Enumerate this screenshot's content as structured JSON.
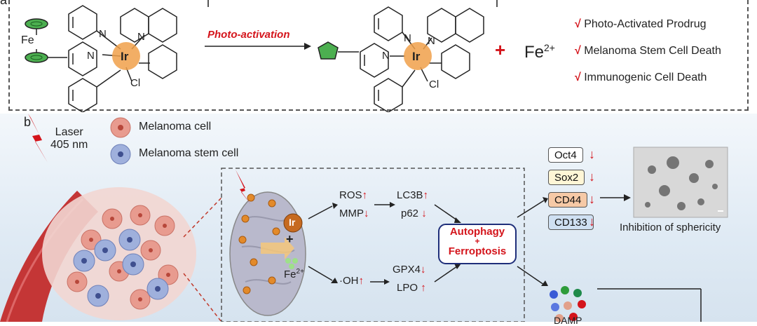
{
  "panel_a": {
    "label": "a",
    "fe_label": "Fe",
    "ir_label": "Ir",
    "ir_label_product": "Ir",
    "cl_label": "Cl",
    "cl_label_product": "Cl",
    "n_label": "N",
    "activation_label": "Photo-activation",
    "plus_sign": "+",
    "fe2_label": "Fe",
    "fe2_charge": "2+",
    "checkmark": "√",
    "benefits": [
      "Photo-Activated Prodrug",
      "Melanoma Stem Cell Death",
      "Immunogenic Cell Death"
    ]
  },
  "panel_b": {
    "label": "b",
    "laser_line1": "Laser",
    "laser_line2": "405 nm",
    "legend": [
      "Melanoma cell",
      "Melanoma stem cell"
    ],
    "ir_label": "Ir",
    "plus_sign": "+",
    "fe_label": "Fe",
    "fe_charge": "2+",
    "ros": "ROS",
    "mmp": "MMP",
    "oh": "·OH",
    "lc3b": "LC3B",
    "p62": "p62",
    "gpx4": "GPX4",
    "lpo": "LPO",
    "autophagy": "Autophagy",
    "ferroptosis": "Ferroptosis",
    "markers": [
      {
        "name": "Oct4",
        "color": "#ffffff"
      },
      {
        "name": "Sox2",
        "color": "#fff6d6"
      },
      {
        "name": "CD44",
        "color": "#f6c9a6"
      },
      {
        "name": "CD133",
        "color": "#cfe0f2"
      }
    ],
    "sphericity_caption": "Inhibition of sphericity",
    "damp_label": "DAMP"
  },
  "colors": {
    "accent_red": "#d4141b",
    "ir_orange": "#f0a04a",
    "mito_fill": "#b9b9cc"
  }
}
